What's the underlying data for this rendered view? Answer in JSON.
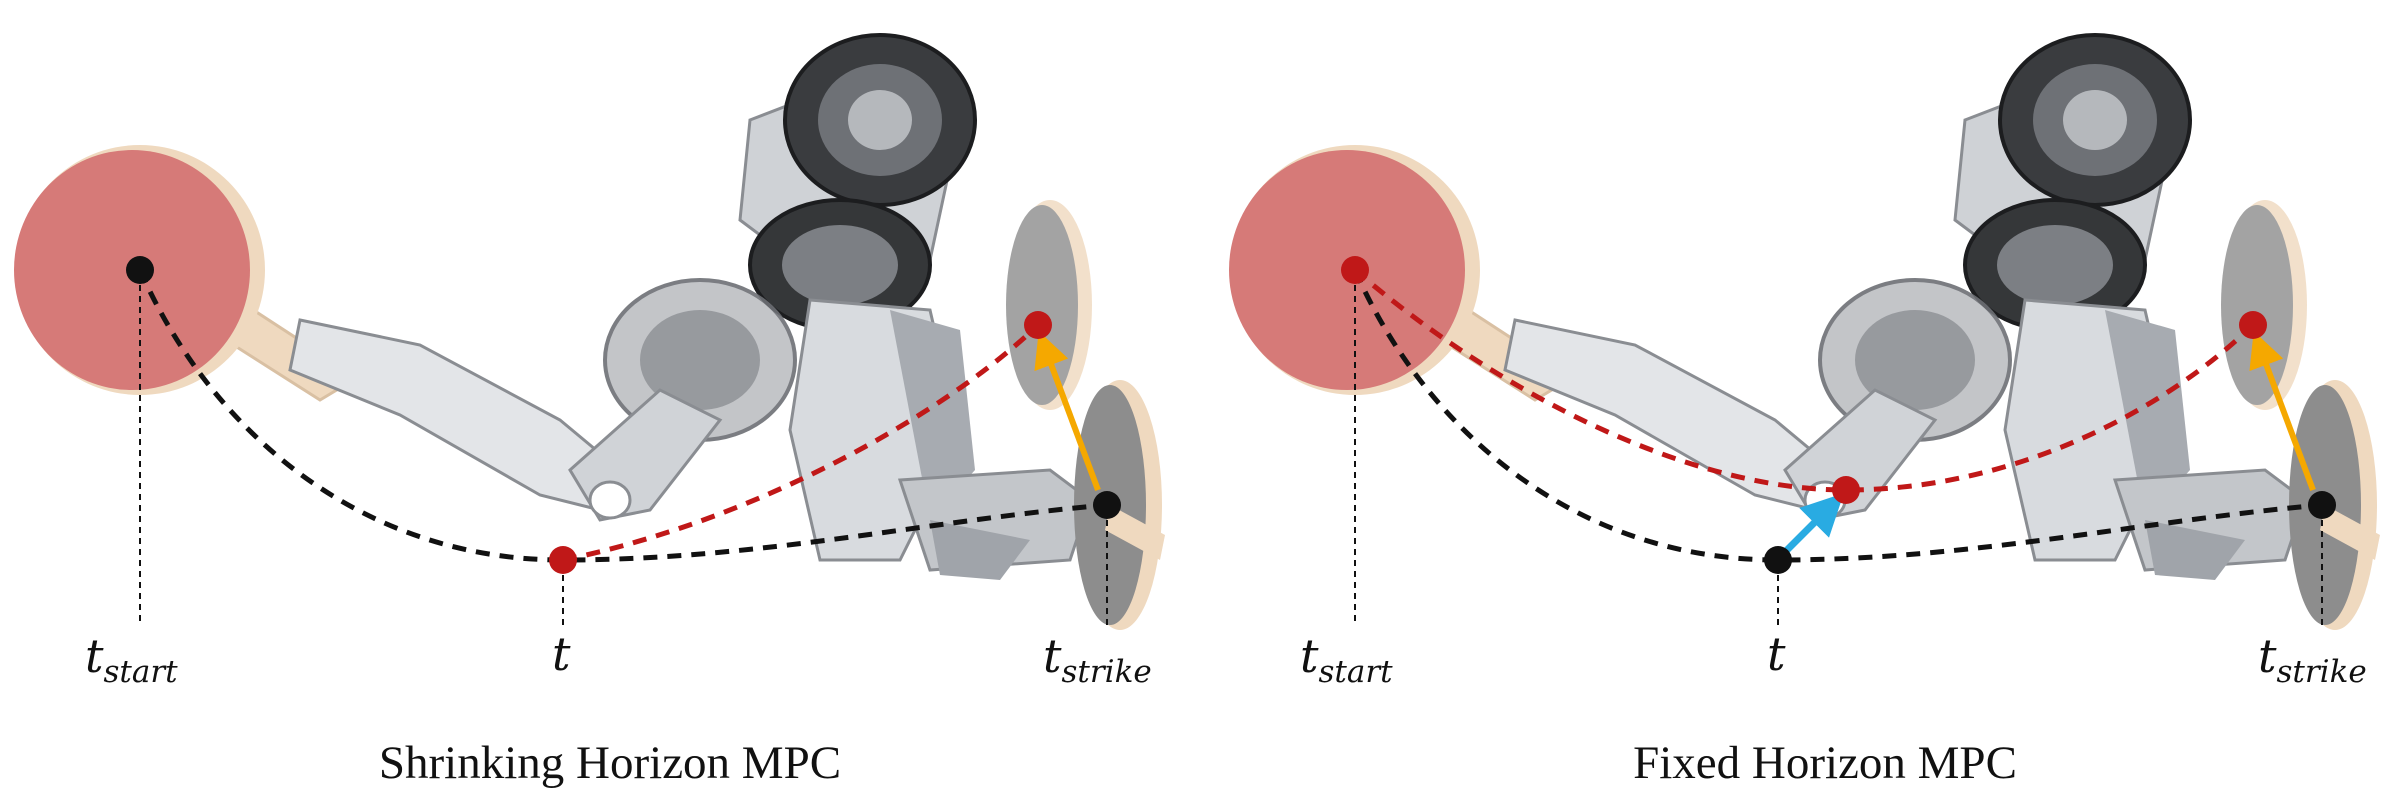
{
  "panels": [
    {
      "caption": "Shrinking Horizon MPC",
      "labels": {
        "start_main": "t",
        "start_sub": "start",
        "current": "t",
        "strike_main": "t",
        "strike_sub": "strike"
      }
    },
    {
      "caption": "Fixed Horizon MPC",
      "labels": {
        "start_main": "t",
        "start_sub": "start",
        "current": "t",
        "strike_main": "t",
        "strike_sub": "strike"
      }
    }
  ],
  "colors": {
    "paddle_red": "#d67a78",
    "paddle_rim": "#efd9bf",
    "paddle_gray": "#8d8d8d",
    "robot_light": "#d3d5d9",
    "robot_dark": "#2f3133",
    "trajectory_black": "#111111",
    "trajectory_red": "#c01818",
    "arrow_orange": "#f5a800",
    "arrow_blue": "#29abe2"
  },
  "icons": [
    "red-paddle-icon",
    "gray-paddle-icon",
    "robot-arm-icon"
  ]
}
